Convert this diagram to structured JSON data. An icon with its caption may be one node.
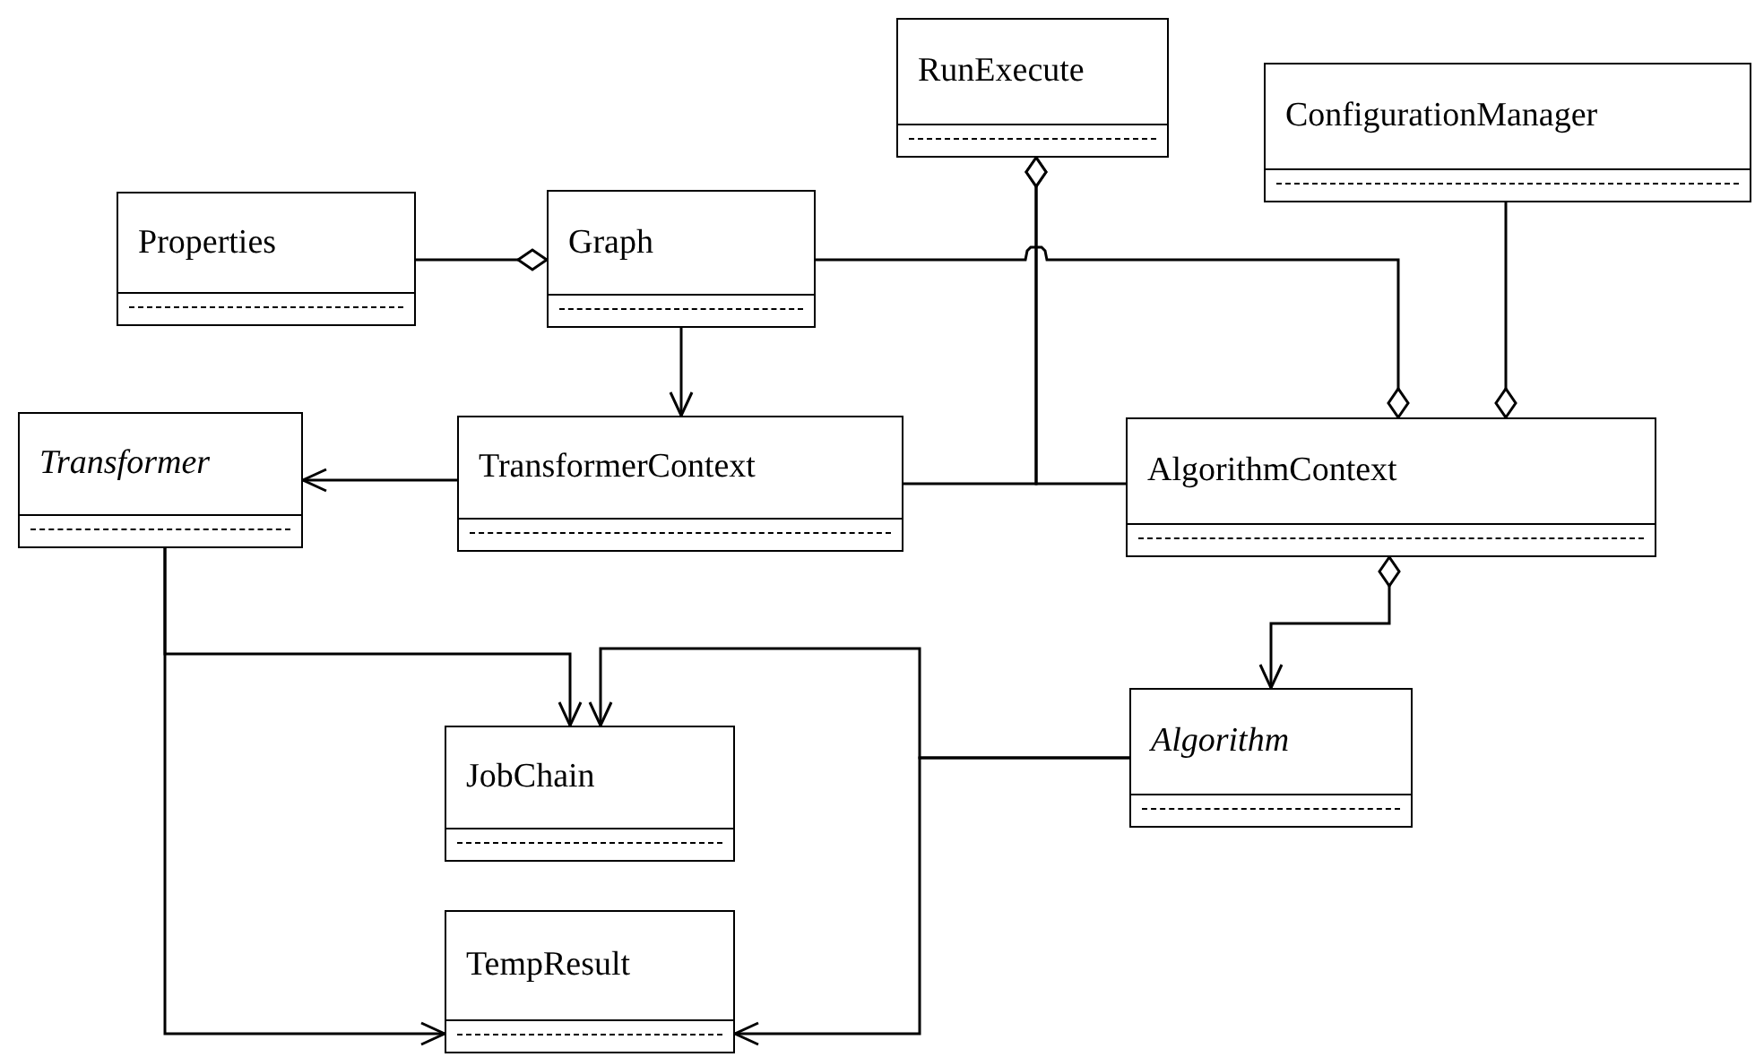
{
  "diagram": {
    "nodes": [
      {
        "text": [
          "RunExecute"
        ]
      },
      {
        "text": [
          "ConfigurationManager"
        ]
      },
      {
        "text": [
          "Properties"
        ]
      },
      {
        "text": [
          "Graph"
        ]
      },
      {
        "text": [
          "Transformer"
        ]
      },
      {
        "text": [
          "TransformerContext"
        ]
      },
      {
        "text": [
          "AlgorithmContext"
        ]
      },
      {
        "text": [
          "JobChain"
        ]
      },
      {
        "text": [
          "Algorithm"
        ]
      },
      {
        "text": [
          "TempResult"
        ]
      }
    ],
    "edges": [
      {
        "from": 3,
        "to": 2,
        "arrow": "other"
      },
      {
        "from": 3,
        "to": 5,
        "arrow": "to"
      },
      {
        "from": 5,
        "to": 4,
        "arrow": "to"
      },
      {
        "from": 0,
        "to": 5,
        "arrow": "other"
      },
      {
        "from": 0,
        "to": 6,
        "arrow": "other"
      },
      {
        "from": 6,
        "to": 3,
        "arrow": "other"
      },
      {
        "from": 6,
        "to": 1,
        "arrow": "other"
      },
      {
        "from": 6,
        "to": 8,
        "arrow": "to"
      },
      {
        "from": 4,
        "to": 7,
        "arrow": "to"
      },
      {
        "from": 4,
        "to": 9,
        "arrow": "to"
      },
      {
        "from": 8,
        "to": 7,
        "arrow": "to"
      },
      {
        "from": 8,
        "to": 9,
        "arrow": "to"
      }
    ]
  }
}
